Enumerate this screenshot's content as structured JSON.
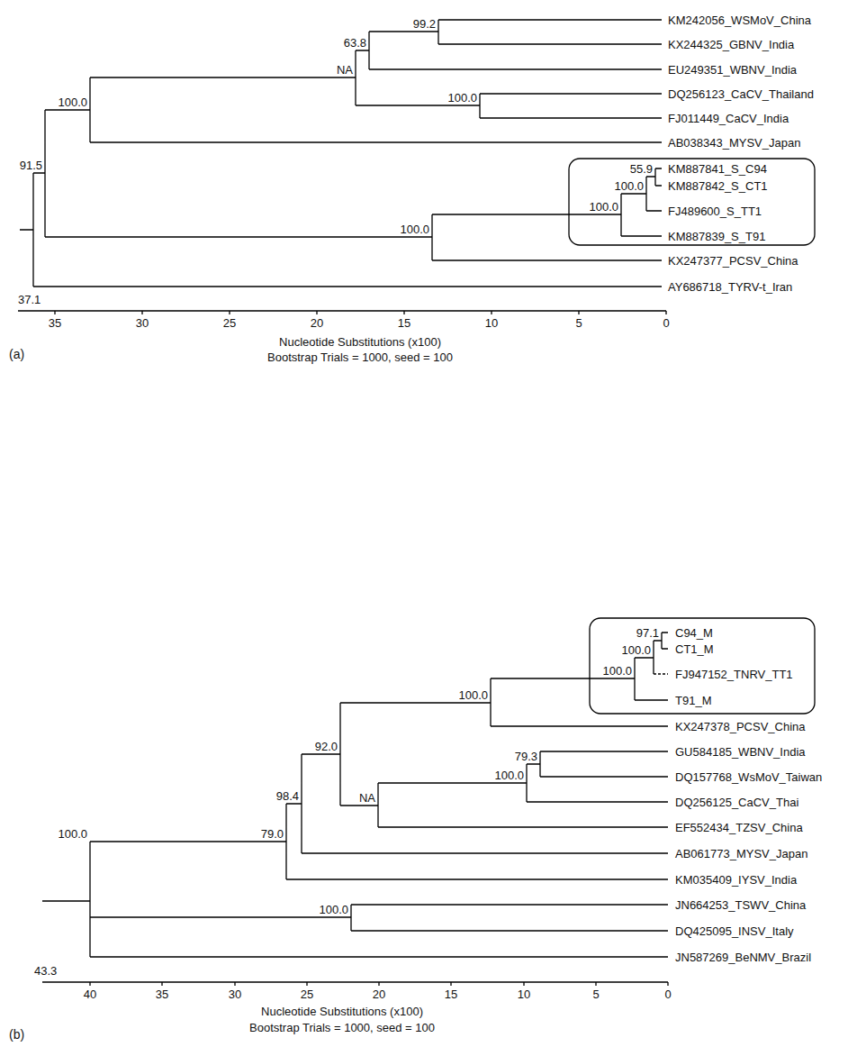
{
  "diagram": {
    "labels": [
      "99.2",
      "KM242056_WSMoV_China",
      "63.8",
      "KX244325_GBNV_India",
      "NA",
      "EU249351_WBNV_India",
      "100.0",
      "DQ256123_CaCV_Thailand",
      "100.0",
      "FJ011449_CaCV_India",
      "AB038343_MYSV_Japan",
      "91.5",
      "55.9",
      "KM887841_S_C94",
      "100.0",
      "KM887842_S_CT1",
      "100.0",
      "FJ489600_S_TT1",
      "100.0",
      "KM887839_S_T91",
      "KX247377_PCSV_China",
      "AY686718_TYRV-t_Iran",
      "37.1",
      "35",
      "30",
      "25",
      "20",
      "15",
      "10",
      "5",
      "0",
      "Nucleotide Substitutions (x100)",
      "Bootstrap Trials = 1000, seed = 100",
      "(a)",
      "97.1",
      "C94_M",
      "100.0",
      "CT1_M",
      "100.0",
      "FJ947152_TNRV_TT1",
      "T91_M",
      "100.0",
      "KX247378_PCSV_China",
      "79.3",
      "GU584185_WBNV_India",
      "100.0",
      "DQ157768_WsMoV_Taiwan",
      "92.0",
      "NA",
      "DQ256125_CaCV_Thai",
      "98.4",
      "EF552434_TZSV_China",
      "79.0",
      "AB061773_MYSV_Japan",
      "100.0",
      "KM035409_IYSV_India",
      "100.0",
      "JN664253_TSWV_China",
      "DQ425095_INSV_Italy",
      "JN587269_BeNMV_Brazil",
      "43.3",
      "40",
      "35",
      "30",
      "25",
      "20",
      "15",
      "10",
      "5",
      "0",
      "Nucleotide Substitutions (x100)",
      "Bootstrap Trials = 1000, seed = 100",
      "(b)"
    ]
  }
}
